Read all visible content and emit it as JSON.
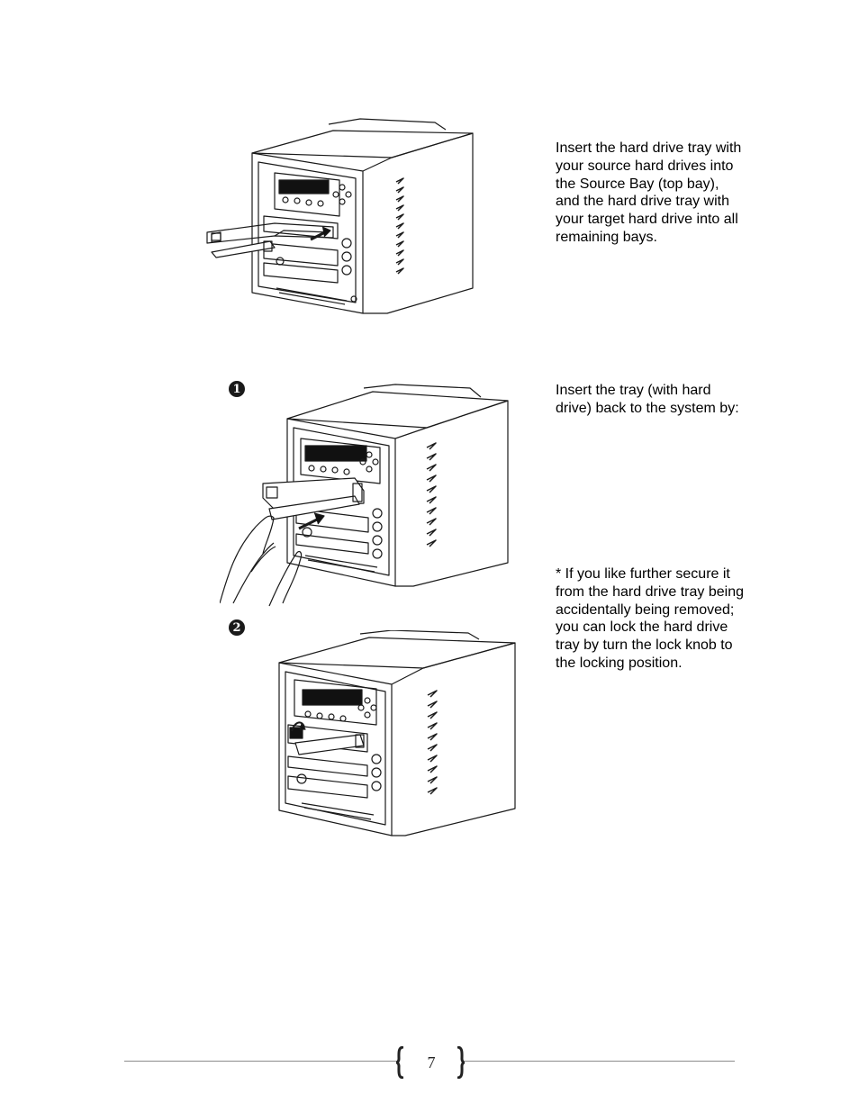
{
  "instruction_1": {
    "lines": [
      "Insert the hard drive tray with",
      "your source hard drives into",
      "the Source Bay (top bay),",
      "and the hard drive tray with",
      "your target hard drive into all",
      "remaining bays."
    ]
  },
  "instruction_2": {
    "lines": [
      "Insert the tray (with hard",
      "drive) back to the system by:"
    ]
  },
  "instruction_3": {
    "lines": [
      "* If you like further secure it",
      "from the hard drive tray being",
      "accidentally being removed;",
      "you can lock the hard drive",
      "tray by turn the lock knob to",
      "the locking position."
    ]
  },
  "steps": {
    "step_1": "1",
    "step_2": "2"
  },
  "footer": {
    "page_number": "7"
  },
  "colors": {
    "text": "#000000",
    "line_art": "#1a1a1a",
    "footer_rule": "#8c8c8c"
  }
}
